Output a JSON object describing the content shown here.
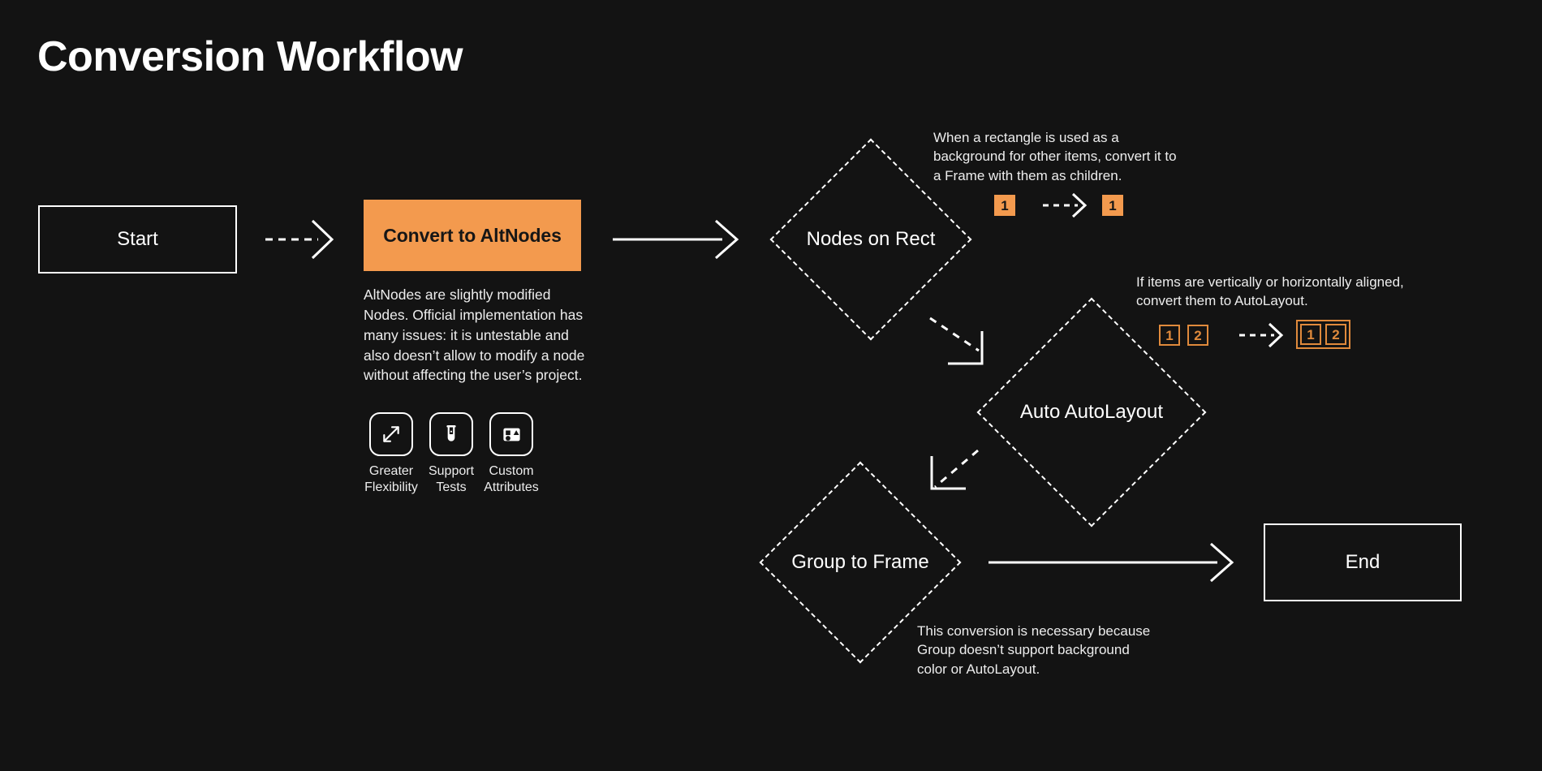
{
  "page": {
    "title": "Conversion Workflow",
    "background": "#131313",
    "accent": "#F39A4E",
    "accent_outline": "#E08A3C",
    "stroke": "#FFFFFF"
  },
  "nodes": {
    "start": {
      "label": "Start",
      "type": "terminal"
    },
    "convert": {
      "label": "Convert to AltNodes",
      "type": "process"
    },
    "nodes_on_rect": {
      "label": "Nodes on Rect",
      "type": "decision"
    },
    "auto_autolayout": {
      "label": "Auto AutoLayout",
      "type": "decision"
    },
    "group_to_frame": {
      "label": "Group to Frame",
      "type": "decision"
    },
    "end": {
      "label": "End",
      "type": "terminal"
    }
  },
  "convert_details": {
    "description": "AltNodes are slightly modified Nodes. Official implementation has many issues: it is untestable and also doesn’t allow to modify a node without affecting the user’s project.",
    "features": [
      {
        "icon": "expand-arrows-icon",
        "label": "Greater\nFlexibility"
      },
      {
        "icon": "test-tube-icon",
        "label": "Support\nTests"
      },
      {
        "icon": "shapes-frame-icon",
        "label": "Custom\nAttributes"
      }
    ]
  },
  "annotations": {
    "nodes_on_rect": {
      "text": "When a rectangle is used as a background for other items, convert it to a Frame with them as children.",
      "before": {
        "style": "filled",
        "items": [
          "1"
        ]
      },
      "after": {
        "style": "filled",
        "items": [
          "1"
        ]
      }
    },
    "auto_autolayout": {
      "text": "If items are vertically or horizontally aligned, convert them to AutoLayout.",
      "before": {
        "style": "outlined",
        "items": [
          "1",
          "2"
        ]
      },
      "after": {
        "style": "outlined-framed",
        "items": [
          "1",
          "2"
        ]
      }
    },
    "group_to_frame": {
      "text": "This conversion is necessary because Group doesn’t support background color or AutoLayout."
    }
  },
  "edges": [
    {
      "from": "start",
      "to": "convert",
      "style": "dashed"
    },
    {
      "from": "convert",
      "to": "nodes_on_rect",
      "style": "solid"
    },
    {
      "from": "nodes_on_rect",
      "to": "auto_autolayout",
      "style": "dashed"
    },
    {
      "from": "auto_autolayout",
      "to": "group_to_frame",
      "style": "dashed"
    },
    {
      "from": "group_to_frame",
      "to": "end",
      "style": "solid"
    }
  ]
}
